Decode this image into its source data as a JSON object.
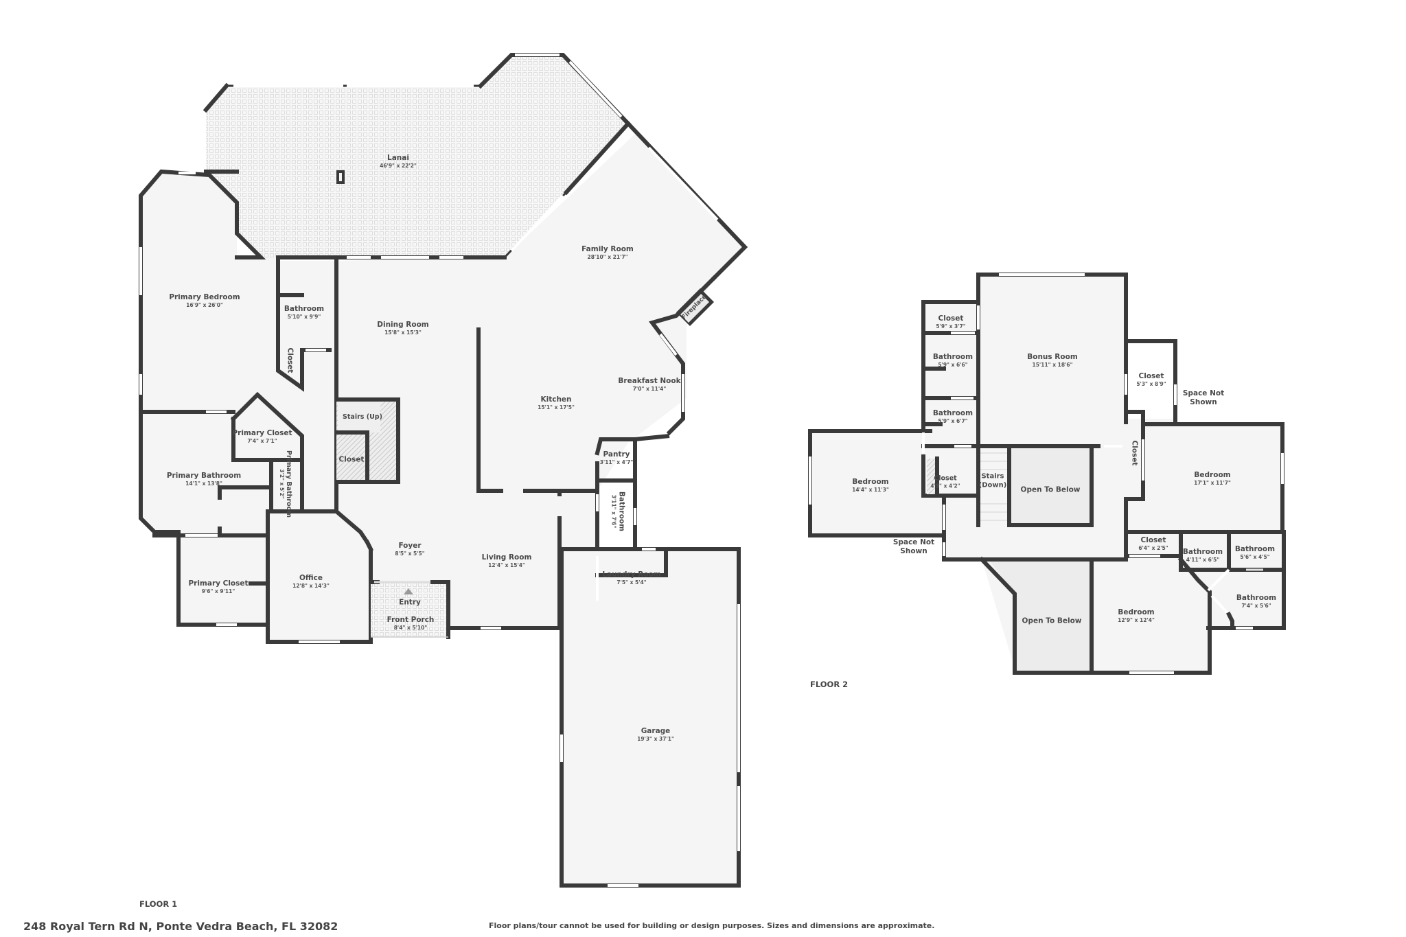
{
  "document": {
    "address": "248 Royal Tern Rd N, Ponte Vedra Beach, FL 32082",
    "disclaimer": "Floor plans/tour cannot be used for building or design purposes. Sizes and dimensions are approximate.",
    "colors": {
      "wall": "#3a3a3a",
      "floor": "#f5f5f5",
      "open_to_below": "#ececec",
      "background": "#ffffff"
    }
  },
  "floor1": {
    "label": "FLOOR 1",
    "rooms": [
      {
        "name": "Lanai",
        "dim": "46'9\" x 22'2\""
      },
      {
        "name": "Family Room",
        "dim": "28'10\" x 21'7\""
      },
      {
        "name": "Primary Bedroom",
        "dim": "16'9\" x 26'0\""
      },
      {
        "name": "Bathroom",
        "dim": "5'10\" x 9'9\""
      },
      {
        "name": "Dining Room",
        "dim": "15'8\" x 15'3\""
      },
      {
        "name": "Closet",
        "dim": ""
      },
      {
        "name": "Fireplace",
        "dim": ""
      },
      {
        "name": "Breakfast Nook",
        "dim": "7'0\" x 11'4\""
      },
      {
        "name": "Kitchen",
        "dim": "15'1\" x 17'5\""
      },
      {
        "name": "Stairs (Up)",
        "dim": ""
      },
      {
        "name": "Primary Closet",
        "dim": "7'4\" x 7'1\""
      },
      {
        "name": "Closet",
        "dim": ""
      },
      {
        "name": "Pantry",
        "dim": "3'11\" x 4'7\""
      },
      {
        "name": "Primary Bathroom",
        "dim": "14'1\" x 13'8\""
      },
      {
        "name": "Primary Bathroom",
        "dim": "3'2\" x 5'2\""
      },
      {
        "name": "Bathroom",
        "dim": "3'11\" x 7'6\""
      },
      {
        "name": "Foyer",
        "dim": "8'5\" x 5'5\""
      },
      {
        "name": "Living Room",
        "dim": "12'4\" x 15'4\""
      },
      {
        "name": "Laundry Room",
        "dim": "7'5\" x 5'4\""
      },
      {
        "name": "Primary Closet",
        "dim": "9'6\" x 9'11\""
      },
      {
        "name": "Office",
        "dim": "12'8\" x 14'3\""
      },
      {
        "name": "Entry",
        "dim": ""
      },
      {
        "name": "Front Porch",
        "dim": "8'4\" x 5'10\""
      },
      {
        "name": "Garage",
        "dim": "19'3\" x 37'1\""
      }
    ]
  },
  "floor2": {
    "label": "FLOOR 2",
    "rooms": [
      {
        "name": "Closet",
        "dim": "5'9\" x 3'7\""
      },
      {
        "name": "Bonus Room",
        "dim": "15'11\" x 18'6\""
      },
      {
        "name": "Bathroom",
        "dim": "5'9\" x 6'6\""
      },
      {
        "name": "Closet",
        "dim": "5'3\" x 8'9\""
      },
      {
        "name": "Space Not Shown",
        "dim": ""
      },
      {
        "name": "Bathroom",
        "dim": "5'9\" x 6'7\""
      },
      {
        "name": "Closet",
        "dim": ""
      },
      {
        "name": "Bedroom",
        "dim": "14'4\" x 11'3\""
      },
      {
        "name": "Closet",
        "dim": "4'3\" x 4'2\""
      },
      {
        "name": "Stairs (Down)",
        "dim": ""
      },
      {
        "name": "Open To Below",
        "dim": ""
      },
      {
        "name": "Bedroom",
        "dim": "17'1\" x 11'7\""
      },
      {
        "name": "Space Not Shown",
        "dim": ""
      },
      {
        "name": "Closet",
        "dim": "6'4\" x 2'5\""
      },
      {
        "name": "Bathroom",
        "dim": "4'11\" x 6'5\""
      },
      {
        "name": "Bathroom",
        "dim": "5'6\" x 4'5\""
      },
      {
        "name": "Open To Below",
        "dim": ""
      },
      {
        "name": "Bedroom",
        "dim": "12'9\" x 12'4\""
      },
      {
        "name": "Bathroom",
        "dim": "7'4\" x 5'6\""
      }
    ]
  }
}
